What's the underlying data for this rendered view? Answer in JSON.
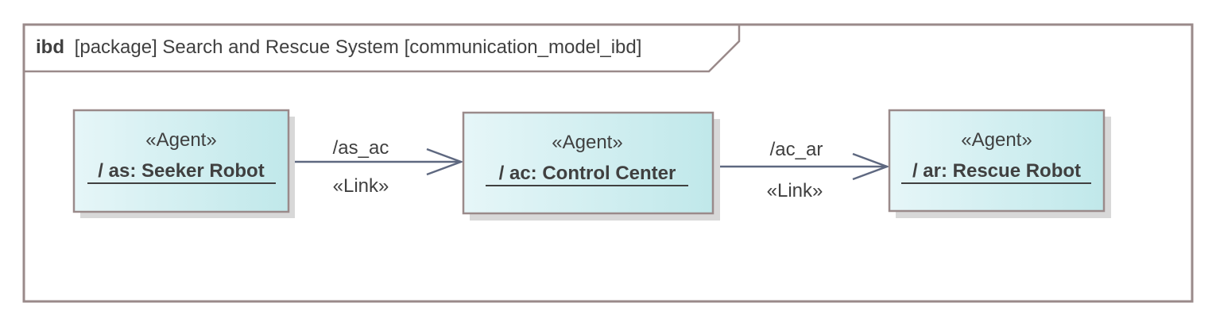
{
  "frame": {
    "keyword": "ibd",
    "label": "[package] Search and Rescue System [communication_model_ibd]"
  },
  "parts": [
    {
      "id": "as",
      "stereotype": "«Agent»",
      "name": "/ as: Seeker Robot"
    },
    {
      "id": "ac",
      "stereotype": "«Agent»",
      "name": "/ ac: Control Center"
    },
    {
      "id": "ar",
      "stereotype": "«Agent»",
      "name": "/ ar: Rescue Robot"
    }
  ],
  "connectors": [
    {
      "from": "as",
      "to": "ac",
      "name": "/as_ac",
      "stereotype": "«Link»"
    },
    {
      "from": "ac",
      "to": "ar",
      "name": "/ac_ar",
      "stereotype": "«Link»"
    }
  ],
  "colors": {
    "border": "#9a8a8a",
    "line": "#5e6880",
    "fill_light": "#e6f6f8",
    "fill_dark": "#c0e8ea",
    "text": "#404040"
  }
}
